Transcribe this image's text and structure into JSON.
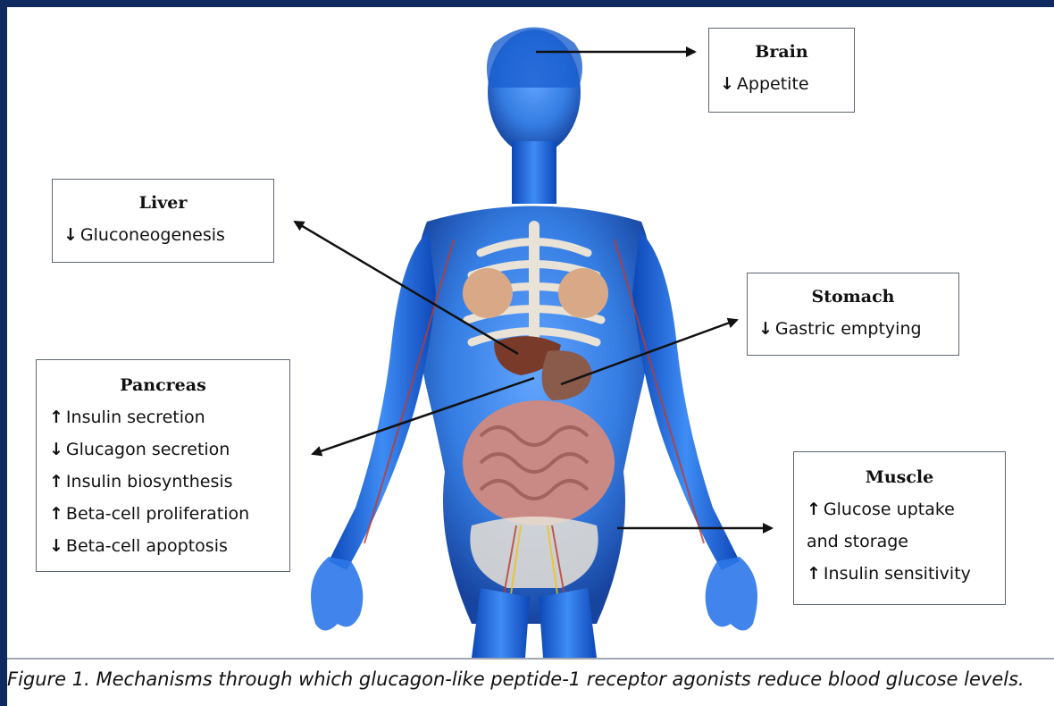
{
  "boxes": {
    "brain": {
      "title": "Brain",
      "items": [
        {
          "dir": "down",
          "text": "Appetite"
        }
      ]
    },
    "liver": {
      "title": "Liver",
      "items": [
        {
          "dir": "down",
          "text": "Gluconeogenesis"
        }
      ]
    },
    "stomach": {
      "title": "Stomach",
      "items": [
        {
          "dir": "down",
          "text": "Gastric emptying"
        }
      ]
    },
    "pancreas": {
      "title": "Pancreas",
      "items": [
        {
          "dir": "up",
          "text": "Insulin secretion"
        },
        {
          "dir": "down",
          "text": "Glucagon secretion"
        },
        {
          "dir": "up",
          "text": "Insulin biosynthesis"
        },
        {
          "dir": "up",
          "text": "Beta-cell proliferation"
        },
        {
          "dir": "down",
          "text": "Beta-cell apoptosis"
        }
      ]
    },
    "muscle": {
      "title": "Muscle",
      "items": [
        {
          "dir": "up",
          "text": "Glucose uptake"
        },
        {
          "dir": "",
          "text": "and storage"
        },
        {
          "dir": "up",
          "text": "Insulin sensitivity"
        }
      ]
    }
  },
  "arrow_symbols": {
    "up": "🡡",
    "down": "🡣"
  },
  "caption": "Figure 1. Mechanisms through which glucagon-like peptide-1 receptor agonists reduce blood glucose levels.",
  "colors": {
    "frame": "#0e2a5e",
    "body_glow": "#1f6fe0",
    "body_dark": "#0b3a9a",
    "organ_pink": "#c98a86",
    "bone": "#e9e2d6",
    "liver": "#7a3a2a"
  }
}
